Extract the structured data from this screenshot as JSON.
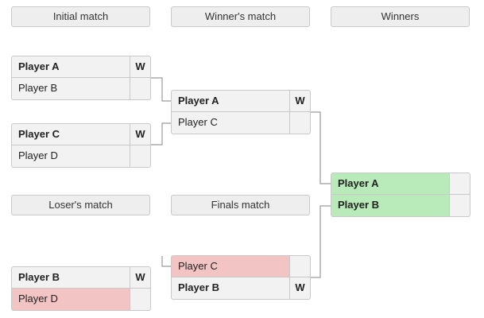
{
  "headers": {
    "initial": "Initial match",
    "winners_match": "Winner's match",
    "winners": "Winners",
    "losers_match": "Loser's match",
    "finals": "Finals match"
  },
  "matches": {
    "m1": {
      "top": {
        "name": "Player A",
        "result": "W"
      },
      "bottom": {
        "name": "Player B",
        "result": ""
      }
    },
    "m2": {
      "top": {
        "name": "Player C",
        "result": "W"
      },
      "bottom": {
        "name": "Player D",
        "result": ""
      }
    },
    "wm": {
      "top": {
        "name": "Player A",
        "result": "W"
      },
      "bottom": {
        "name": "Player C",
        "result": ""
      }
    },
    "win": {
      "top": {
        "name": "Player A",
        "result": ""
      },
      "bottom": {
        "name": "Player B",
        "result": ""
      }
    },
    "lm": {
      "top": {
        "name": "Player B",
        "result": "W"
      },
      "bottom": {
        "name": "Player D",
        "result": ""
      }
    },
    "fm": {
      "top": {
        "name": "Player C",
        "result": ""
      },
      "bottom": {
        "name": "Player B",
        "result": "W"
      }
    }
  },
  "colors": {
    "loser_highlight": "#f3c4c4",
    "winner_highlight": "#b9eab9",
    "cell_background": "#f2f2f2",
    "connector": "#9a9a9a"
  }
}
